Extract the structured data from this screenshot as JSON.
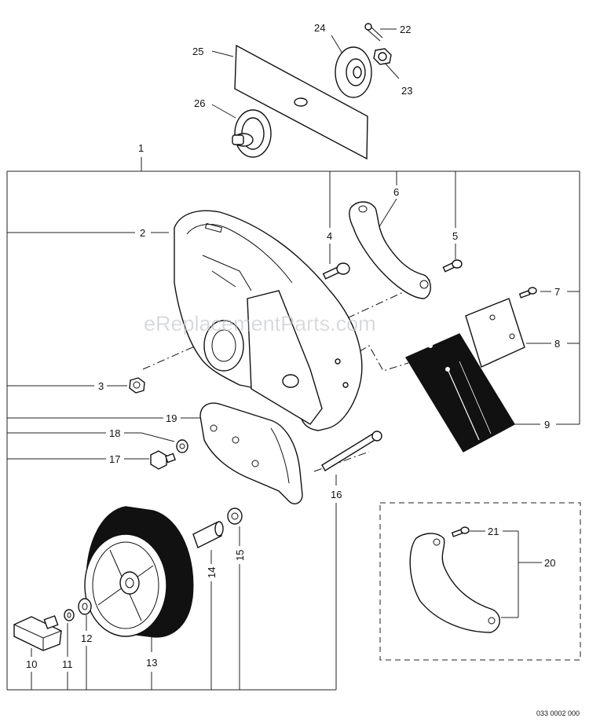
{
  "watermark": "eReplacementParts.com",
  "drawing_code": "033 0002 000",
  "callouts": {
    "c1": "1",
    "c2": "2",
    "c3": "3",
    "c4": "4",
    "c5": "5",
    "c6": "6",
    "c7": "7",
    "c8": "8",
    "c9": "9",
    "c10": "10",
    "c11": "11",
    "c12": "12",
    "c13": "13",
    "c14": "14",
    "c15": "15",
    "c16": "16",
    "c17": "17",
    "c18": "18",
    "c19": "19",
    "c20": "20",
    "c21": "21",
    "c22": "22",
    "c23": "23",
    "c24": "24",
    "c25": "25",
    "c26": "26"
  }
}
